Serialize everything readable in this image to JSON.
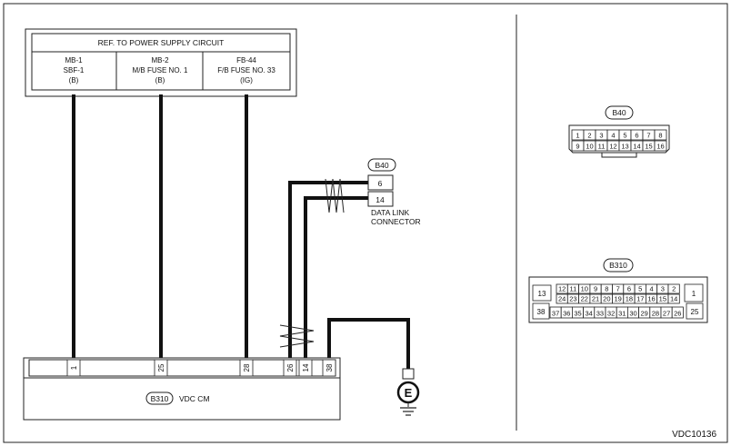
{
  "figure_id": "VDC10136",
  "power_supply": {
    "title": "REF. TO POWER SUPPLY CIRCUIT",
    "cells": [
      {
        "l1": "MB-1",
        "l2": "SBF-1",
        "l3": "(B)"
      },
      {
        "l1": "MB-2",
        "l2": "M/B FUSE NO. 1",
        "l3": "(B)"
      },
      {
        "l1": "FB-44",
        "l2": "F/B FUSE NO. 33",
        "l3": "(IG)"
      }
    ]
  },
  "data_link": {
    "connector": "B40",
    "pins": [
      "6",
      "14"
    ],
    "label_l1": "DATA LINK",
    "label_l2": "CONNECTOR"
  },
  "vdc_cm": {
    "connector": "B310",
    "name": "VDC CM",
    "pins": [
      "1",
      "25",
      "28",
      "26",
      "14",
      "38"
    ]
  },
  "ground": {
    "symbol": "E"
  },
  "b40_view": {
    "label": "B40",
    "row1": [
      "1",
      "2",
      "3",
      "4",
      "5",
      "6",
      "7",
      "8"
    ],
    "row2": [
      "9",
      "10",
      "11",
      "12",
      "13",
      "14",
      "15",
      "16"
    ]
  },
  "b310_view": {
    "label": "B310",
    "left_top": "13",
    "left_bottom": "38",
    "right_top": "1",
    "right_bottom": "25",
    "row1": [
      "12",
      "11",
      "10",
      "9",
      "8",
      "7",
      "6",
      "5",
      "4",
      "3",
      "2"
    ],
    "row2": [
      "24",
      "23",
      "22",
      "21",
      "20",
      "19",
      "18",
      "17",
      "16",
      "15",
      "14"
    ],
    "row3": [
      "37",
      "36",
      "35",
      "34",
      "33",
      "32",
      "31",
      "30",
      "29",
      "28",
      "27",
      "26"
    ]
  }
}
